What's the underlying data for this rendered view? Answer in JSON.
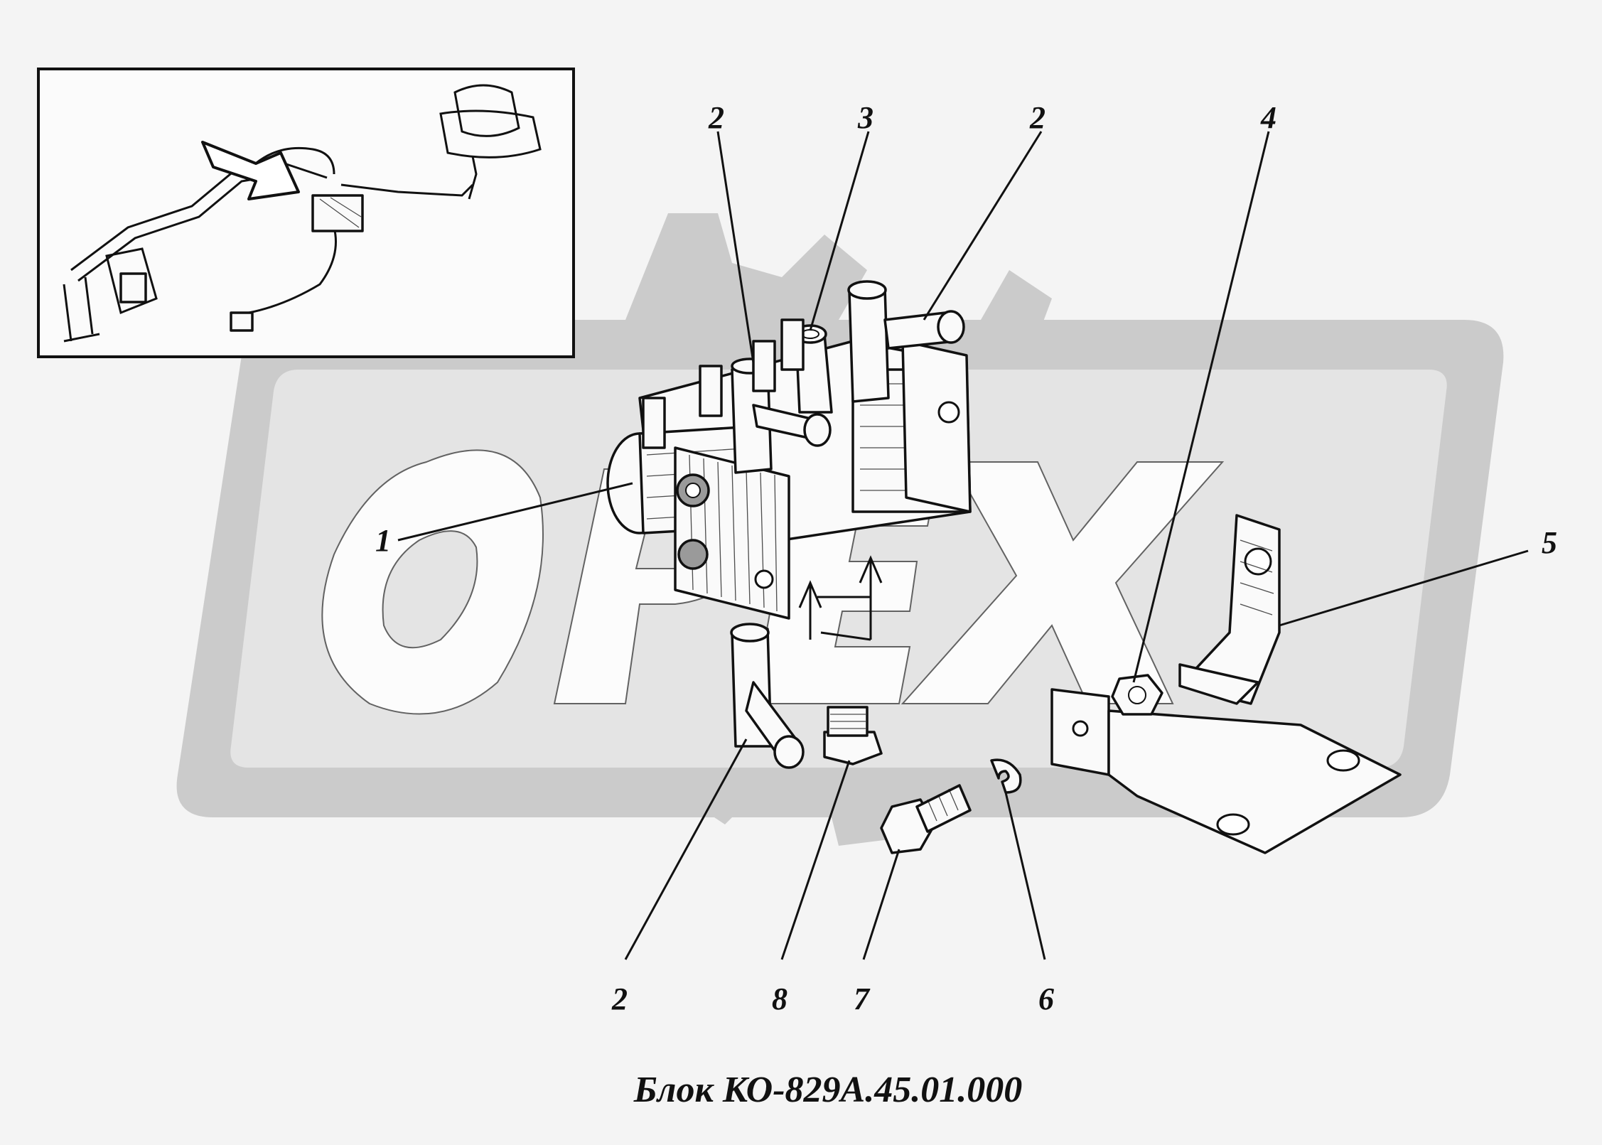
{
  "caption": "Блок КО-829А.45.01.000",
  "watermark": {
    "text": "OPEX",
    "color": "#cbcbcb"
  },
  "callouts": [
    {
      "id": "c-1",
      "label": "1"
    },
    {
      "id": "c-2a",
      "label": "2"
    },
    {
      "id": "c-3",
      "label": "3"
    },
    {
      "id": "c-2b",
      "label": "2"
    },
    {
      "id": "c-4",
      "label": "4"
    },
    {
      "id": "c-5",
      "label": "5"
    },
    {
      "id": "c-2c",
      "label": "2"
    },
    {
      "id": "c-8",
      "label": "8"
    },
    {
      "id": "c-7",
      "label": "7"
    },
    {
      "id": "c-6",
      "label": "6"
    }
  ],
  "inset": {
    "description_icon": "location-arrow-icon"
  }
}
